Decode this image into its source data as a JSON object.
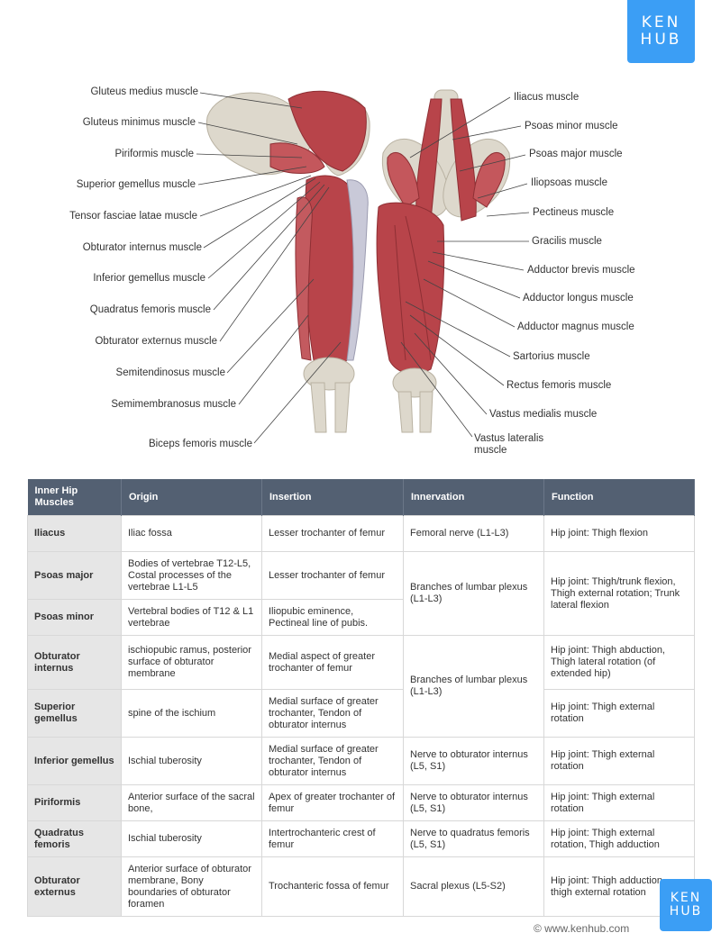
{
  "brand": {
    "line1": "KEN",
    "line2": "HUB"
  },
  "figure": {
    "labels_left": [
      "Gluteus medius muscle",
      "Gluteus minimus muscle",
      "Piriformis muscle",
      "Superior gemellus muscle",
      "Tensor fasciae latae muscle",
      "Obturator internus muscle",
      "Inferior gemellus muscle",
      "Quadratus femoris muscle",
      "Obturator externus muscle",
      "Semitendinosus muscle",
      "Semimembranosus muscle",
      "Biceps femoris muscle"
    ],
    "labels_right": [
      "Iliacus muscle",
      "Psoas minor muscle",
      "Psoas major muscle",
      "Iliopsoas muscle",
      "Pectineus muscle",
      "Gracilis muscle",
      "Adductor brevis muscle",
      "Adductor longus muscle",
      "Adductor magnus muscle",
      "Sartorius muscle",
      "Rectus femoris muscle",
      "Vastus medialis muscle"
    ],
    "label_vastus_lateralis": [
      "Vastus lateralis",
      "muscle"
    ]
  },
  "table": {
    "headers": [
      "Inner Hip Muscles",
      "Origin",
      "Insertion",
      "Innervation",
      "Function"
    ],
    "rows": [
      {
        "name": "Iliacus",
        "origin": "Iliac fossa",
        "insertion": "Lesser trochanter of femur",
        "innervation": "Femoral nerve (L1-L3)",
        "function": "Hip joint: Thigh flexion"
      },
      {
        "name": "Psoas major",
        "origin": "Bodies of vertebrae T12-L5, Costal processes of the vertebrae L1-L5",
        "insertion": "Lesser trochanter of femur",
        "innervation": "Branches of lumbar plexus (L1-L3)",
        "function": "Hip joint: Thigh/trunk flexion, Thigh external rotation; Trunk lateral flexion"
      },
      {
        "name": "Psoas minor",
        "origin": "Vertebral bodies of T12 & L1 vertebrae",
        "insertion": "Iliopubic eminence, Pectineal line of pubis."
      },
      {
        "name": "Obturator internus",
        "origin": "ischiopubic ramus, posterior surface of obturator membrane",
        "insertion": "Medial aspect of greater trochanter of femur",
        "innervation": "Branches of lumbar plexus (L1-L3)",
        "function": "Hip joint: Thigh abduction, Thigh lateral rotation (of extended hip)"
      },
      {
        "name": "Superior gemellus",
        "origin": "spine of the ischium",
        "insertion": "Medial surface of greater trochanter, Tendon of obturator internus",
        "function": "Hip joint: Thigh external rotation"
      },
      {
        "name": "Inferior gemellus",
        "origin": "Ischial tuberosity",
        "insertion": "Medial surface of greater trochanter, Tendon of obturator internus",
        "innervation": "Nerve to obturator internus (L5, S1)",
        "function": "Hip joint: Thigh external rotation"
      },
      {
        "name": "Piriformis",
        "origin": "Anterior surface of the sacral bone,",
        "insertion": "Apex of greater trochanter of femur",
        "innervation": "Nerve to obturator internus (L5, S1)",
        "function": "Hip joint: Thigh external rotation"
      },
      {
        "name": "Quadratus femoris",
        "origin": "Ischial tuberosity",
        "insertion": "Intertrochanteric crest of femur",
        "innervation": "Nerve to quadratus femoris (L5, S1)",
        "function": "Hip joint: Thigh external rotation, Thigh adduction"
      },
      {
        "name": "Obturator externus",
        "origin": "Anterior surface of obturator membrane, Bony boundaries of obturator foramen",
        "insertion": "Trochanteric fossa of femur",
        "innervation": "Sacral plexus (L5-S2)",
        "function": "Hip joint: Thigh adduction, thigh external rotation"
      }
    ]
  },
  "footer": {
    "copyright": "© www.kenhub.com"
  },
  "colors": {
    "brand_blue": "#3b9ef5",
    "header_bg": "#536072",
    "rowhead_bg": "#e6e6e6",
    "muscle": "#b8444a",
    "bone": "#ddd8cc"
  }
}
